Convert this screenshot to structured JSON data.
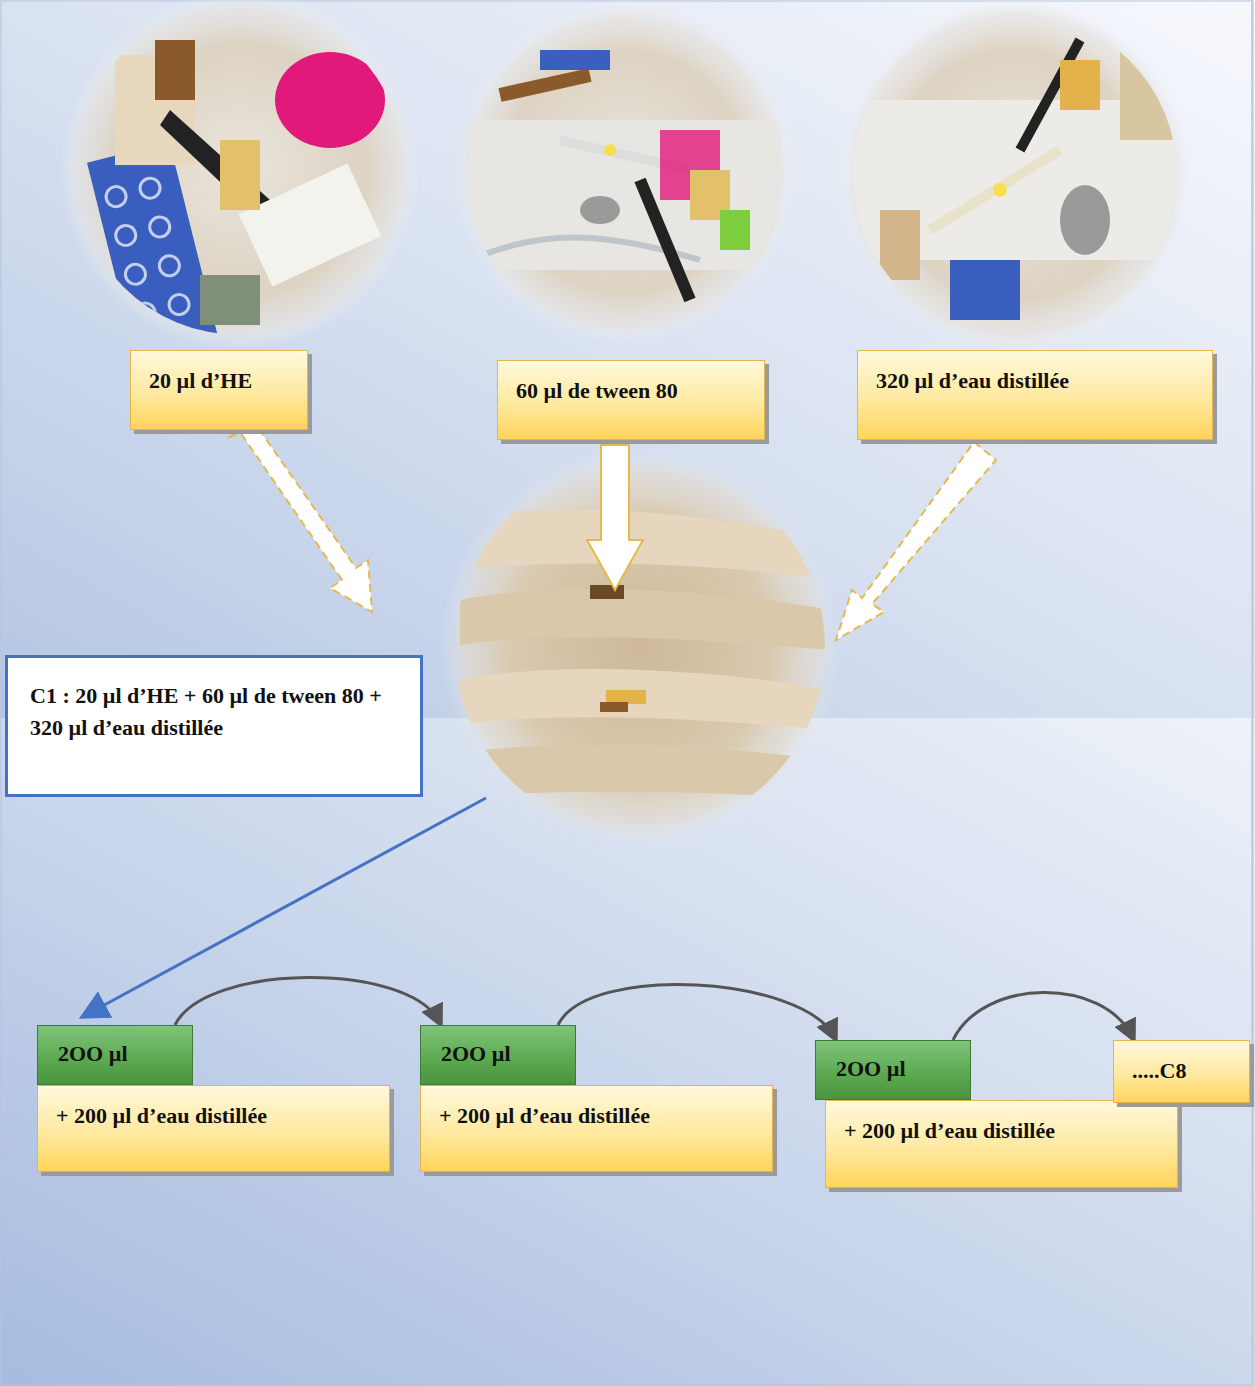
{
  "diagram": {
    "nodes": [
      {
        "text": [
          "20 µl d’HE"
        ]
      },
      {
        "text": [
          "60 µl de tween 80"
        ]
      },
      {
        "text": [
          "320 µl d’eau distillée"
        ]
      },
      {
        "text": [
          "C1 : 20 µl d’HE + 60 µl de tween 80 + 320 µl d’eau distillée"
        ]
      },
      {
        "text": [
          "2OO µl"
        ]
      },
      {
        "text": [
          "+ 200 µl d’eau distillée"
        ]
      },
      {
        "text": [
          "2OO µl"
        ]
      },
      {
        "text": [
          "+ 200 µl d’eau distillée"
        ]
      },
      {
        "text": [
          "2OO µl"
        ]
      },
      {
        "text": [
          "+ 200 µl d’eau distillée"
        ]
      },
      {
        "text": [
          ".....C8"
        ]
      }
    ],
    "edges": [
      {
        "from": 4,
        "to": 6,
        "arrow": "to"
      },
      {
        "from": 6,
        "to": 8,
        "arrow": "to"
      },
      {
        "from": 8,
        "to": 10,
        "arrow": "to"
      }
    ]
  }
}
